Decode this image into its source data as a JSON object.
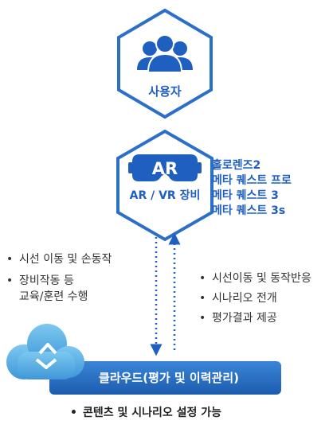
{
  "user_node": {
    "label": "사용자",
    "icon": "users-icon"
  },
  "device_node": {
    "badge": "AR",
    "label": "AR / VR 장비",
    "icon": "vr-headset-icon"
  },
  "device_list": [
    "홀로렌즈2",
    "메타 퀘스트 프로",
    "메타 퀘스트 3",
    "메타 퀘스트 3s"
  ],
  "left_items": {
    "bullet": "•",
    "item1": "시선 이동 및 손동작",
    "item2_line1": "장비작동 등",
    "item2_line2": "교육/훈련 수행"
  },
  "right_items": [
    {
      "bullet": "•",
      "text": "시선이동 및 동작반응"
    },
    {
      "bullet": "•",
      "text": "시나리오 전개"
    },
    {
      "bullet": "•",
      "text": "평가결과 제공"
    }
  ],
  "cloud_bar": {
    "label": "클라우드(평가 및 이력관리)",
    "icon": "cloud-sync-icon"
  },
  "footnote": {
    "bullet": "•",
    "text": "콘텐츠 및 시나리오 설정 가능"
  },
  "colors": {
    "primary_blue": "#1f5fbf",
    "border_blue": "#2b6fc9",
    "light_blue": "#5cb6e6",
    "text_dark": "#333333"
  }
}
